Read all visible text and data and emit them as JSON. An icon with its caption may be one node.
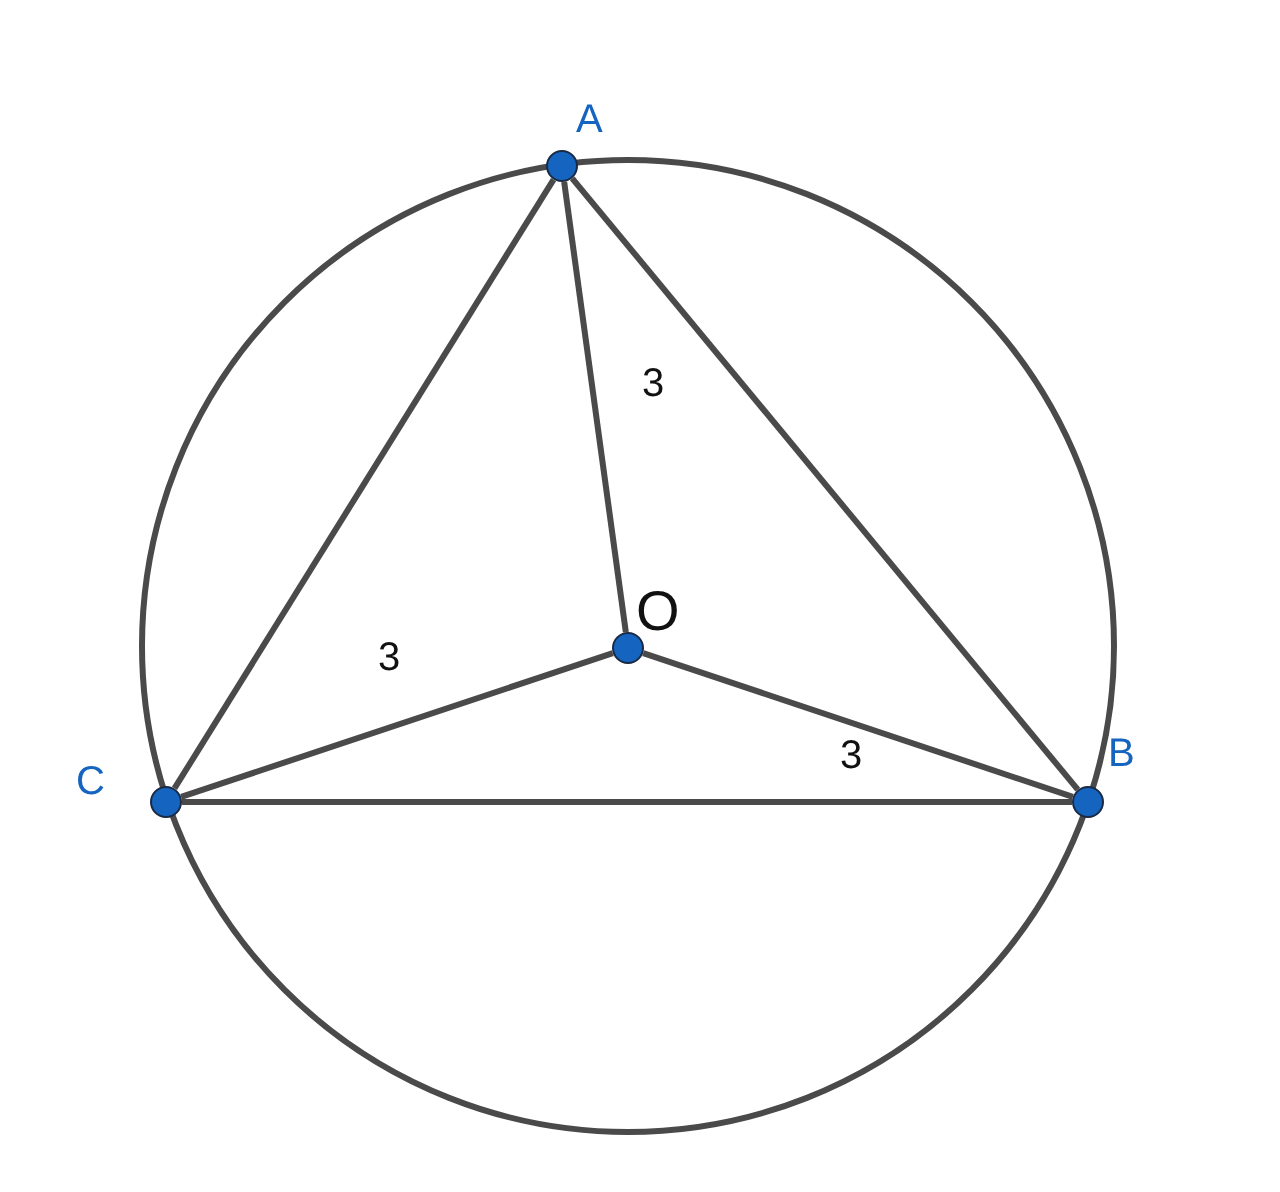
{
  "diagram": {
    "nodes": [
      {
        "text": [
          "A"
        ]
      },
      {
        "text": [
          "B"
        ]
      },
      {
        "text": [
          "C"
        ]
      },
      {
        "text": [
          "O"
        ]
      }
    ],
    "edges": [
      {
        "from": 0,
        "to": 1,
        "arrow": "none"
      },
      {
        "from": 1,
        "to": 2,
        "arrow": "none"
      },
      {
        "from": 2,
        "to": 0,
        "arrow": "none"
      },
      {
        "from": 3,
        "to": 0,
        "arrow": "none",
        "label": "3"
      },
      {
        "from": 3,
        "to": 2,
        "arrow": "none",
        "label": "3"
      },
      {
        "from": 3,
        "to": 1,
        "arrow": "none",
        "label": "3"
      }
    ]
  }
}
